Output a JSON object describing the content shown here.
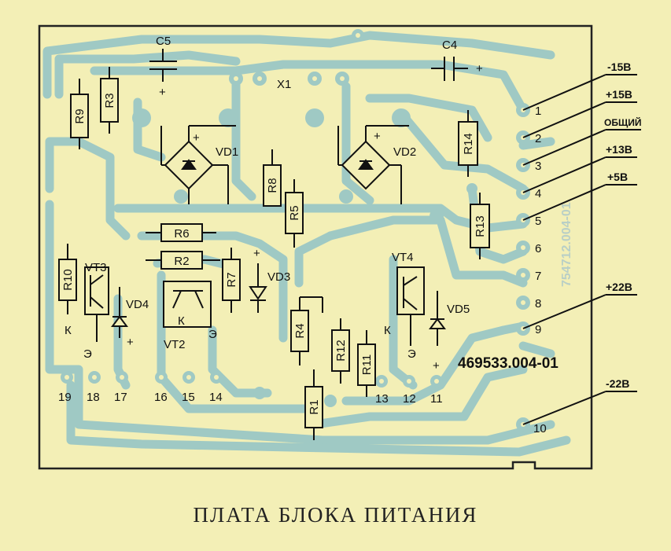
{
  "title": "ПЛАТА БЛОКА ПИТАНИЯ",
  "part_number": "469533.004-01",
  "vertical_code": "754712.004-01",
  "connector": "X1",
  "components": {
    "capacitors": [
      "C5",
      "C4"
    ],
    "resistors": [
      "R9",
      "R3",
      "R8",
      "R5",
      "R14",
      "R13",
      "R6",
      "R2",
      "R7",
      "R10",
      "R4",
      "R12",
      "R11",
      "R1"
    ],
    "bridges": [
      "VD1",
      "VD2"
    ],
    "transistors": [
      "VT3",
      "VT2",
      "VT4"
    ],
    "diodes": [
      "VD3",
      "VD4",
      "VD5"
    ]
  },
  "markings": {
    "plus": "+",
    "k": "К",
    "e": "Э"
  },
  "pins_right": [
    "1",
    "2",
    "3",
    "4",
    "5",
    "6",
    "7",
    "8",
    "9",
    "10"
  ],
  "pins_bottom": [
    "19",
    "18",
    "17",
    "16",
    "15",
    "14",
    "13",
    "12",
    "11"
  ],
  "voltages": [
    "-15В",
    "+15В",
    "ОБЩИЙ",
    "+13В",
    "+5В",
    "+22В",
    "-22В"
  ],
  "colors": {
    "paper": "#f3efb6",
    "trace": "#9fc9c4",
    "ink": "#111111"
  }
}
